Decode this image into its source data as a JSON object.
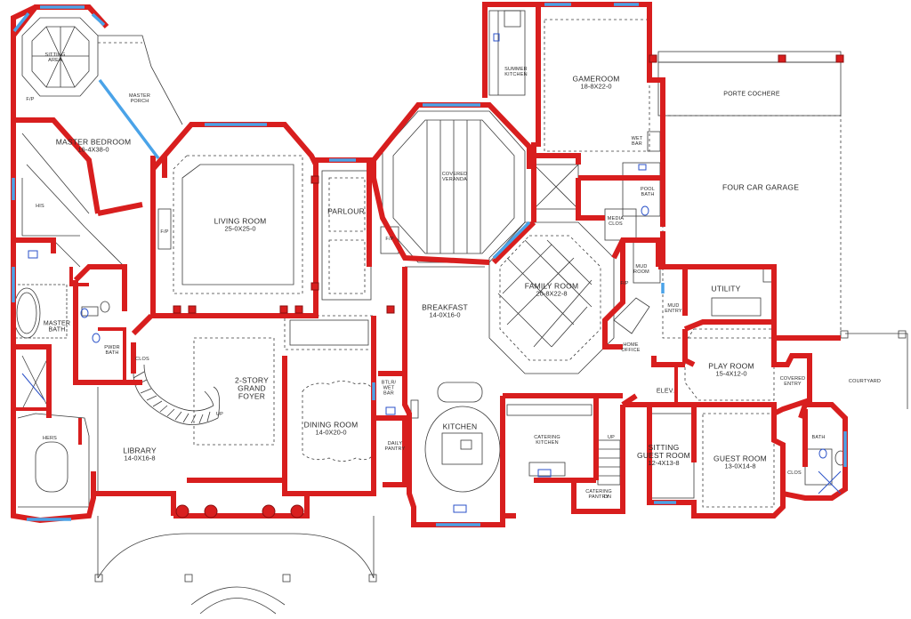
{
  "rooms": {
    "sitting_area": {
      "name": "SITTING\nAREA"
    },
    "master_porch": {
      "name": "MASTER\nPORCH"
    },
    "master_bedroom": {
      "name": "MASTER BEDROOM",
      "dim": "16-4X38-0"
    },
    "his": {
      "name": "HIS"
    },
    "master_bath": {
      "name": "MASTER\nBATH"
    },
    "hers": {
      "name": "HERS"
    },
    "pwdr_bath": {
      "name": "PWDR\nBATH"
    },
    "clos_left": {
      "name": "CLOS"
    },
    "library": {
      "name": "LIBRARY",
      "dim": "14-0X16-8"
    },
    "living_room": {
      "name": "LIVING ROOM",
      "dim": "25-0X25-0"
    },
    "parlour": {
      "name": "PARLOUR"
    },
    "grand_foyer": {
      "name": "2-STORY\nGRAND\nFOYER"
    },
    "dining_room": {
      "name": "DINING ROOM",
      "dim": "14-0X20-0"
    },
    "btlr_wet_bar": {
      "name": "BTLR/\nWET\nBAR"
    },
    "daily_pantry": {
      "name": "DAILY\nPANTRY"
    },
    "covered_veranda": {
      "name": "COVERED\nVERANDA"
    },
    "breakfast": {
      "name": "BREAKFAST",
      "dim": "14-0X16-0"
    },
    "kitchen": {
      "name": "KITCHEN"
    },
    "catering_kitchen": {
      "name": "CATERING\nKITCHEN"
    },
    "catering_pantry": {
      "name": "CATERING\nPANTRY"
    },
    "summer_kitchen": {
      "name": "SUMMER\nKITCHEN"
    },
    "gameroom": {
      "name": "GAMEROOM",
      "dim": "18-8X22-0"
    },
    "wet_bar": {
      "name": "WET\nBAR"
    },
    "media_clos": {
      "name": "MEDIA\nCLOS"
    },
    "family_room": {
      "name": "FAMILY ROOM",
      "dim": "20-8X22-8"
    },
    "mud_room": {
      "name": "MUD\nROOM"
    },
    "mud_entry": {
      "name": "MUD\nENTRY"
    },
    "home_office": {
      "name": "HOME\nOFFICE"
    },
    "elev": {
      "name": "ELEV."
    },
    "pool_bath": {
      "name": "POOL\nBATH"
    },
    "porte_cochere": {
      "name": "PORTE COCHERE"
    },
    "four_car_garage": {
      "name": "FOUR CAR GARAGE"
    },
    "utility": {
      "name": "UTILITY"
    },
    "play_room": {
      "name": "PLAY ROOM",
      "dim": "15-4X12-0"
    },
    "covered_entry": {
      "name": "COVERED\nENTRY"
    },
    "courtyard": {
      "name": "COURTYARD"
    },
    "sitting_guest_room": {
      "name": "SITTING\nGUEST ROOM",
      "dim": "12-4X13-8"
    },
    "guest_room": {
      "name": "GUEST ROOM",
      "dim": "13-0X14-8"
    },
    "bath_right": {
      "name": "BATH"
    },
    "clos_right": {
      "name": "CLOS"
    }
  },
  "annotations": {
    "fp1": "F/P",
    "fp2": "F/P",
    "fp3": "F/P",
    "fp4": "F/P",
    "up1": "UP",
    "up2": "UP",
    "dn1": "DN"
  },
  "colors": {
    "exterior_wall": "#d81e1e",
    "window": "#4aa3e8",
    "linework": "#3c3c3c",
    "background": "#ffffff"
  }
}
